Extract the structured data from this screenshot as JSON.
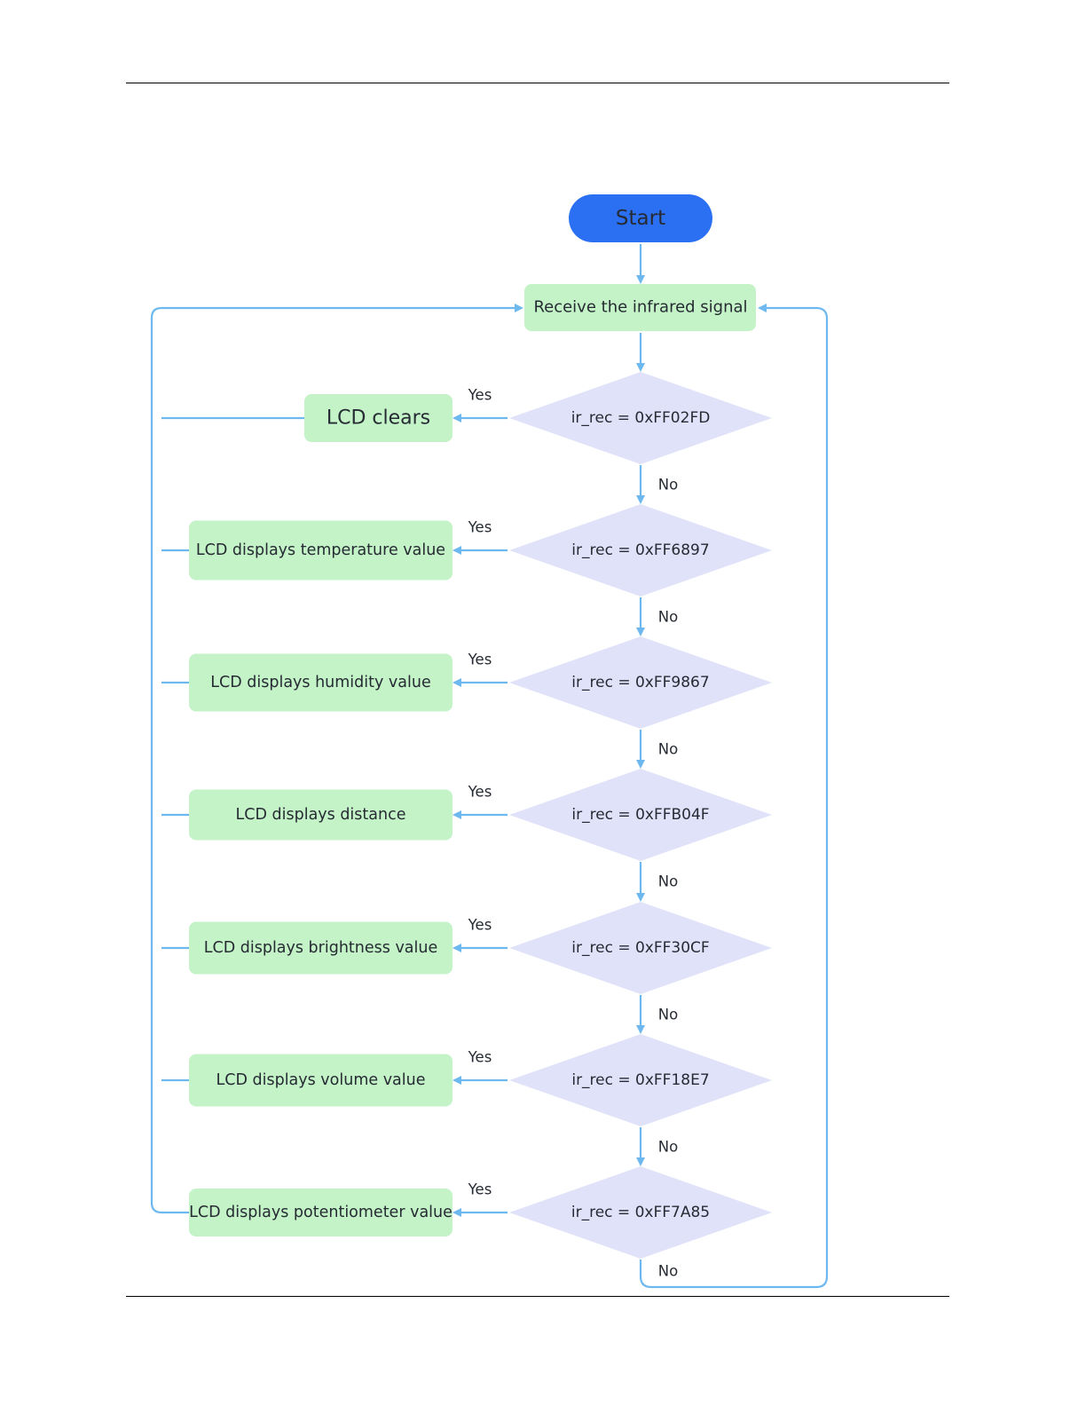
{
  "colors": {
    "start_fill": "#2b6ff2",
    "start_text": "#ffffff",
    "process_fill": "#c3f3c7",
    "decision_fill": "#e0e2fa",
    "connector": "#6eb8f0",
    "text": "#262b33"
  },
  "flowchart": {
    "start": "Start",
    "receive": "Receive the infrared signal",
    "yes_label": "Yes",
    "no_label": "No",
    "steps": [
      {
        "condition": "ir_rec = 0xFF02FD",
        "action": "LCD  clears"
      },
      {
        "condition": "ir_rec = 0xFF6897",
        "action": "LCD displays temperature value"
      },
      {
        "condition": "ir_rec = 0xFF9867",
        "action": "LCD displays humidity value"
      },
      {
        "condition": "ir_rec = 0xFFB04F",
        "action": "LCD displays distance"
      },
      {
        "condition": "ir_rec = 0xFF30CF",
        "action": "LCD displays brightness value"
      },
      {
        "condition": "ir_rec = 0xFF18E7",
        "action": "LCD displays volume value"
      },
      {
        "condition": "ir_rec = 0xFF7A85",
        "action": "LCD displays potentiometer value"
      }
    ]
  }
}
